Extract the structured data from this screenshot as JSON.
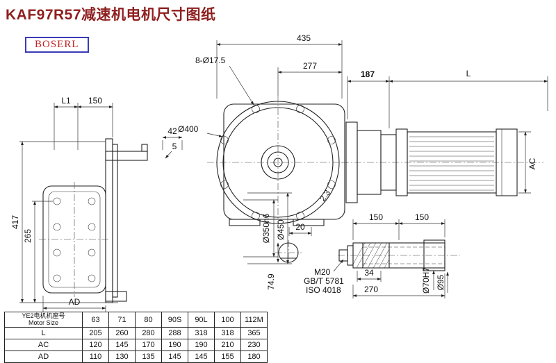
{
  "colors": {
    "title": "#8f1f1f",
    "logo_text": "#c42222",
    "logo_border": "#3a3ab8"
  },
  "header": {
    "title": "KAF97R57减速机电机尺寸图纸",
    "logo": "BOSERL"
  },
  "drawing": {
    "top_dims": {
      "overall": "435",
      "bolt_holes": "8-Ø17.5",
      "d277": "277",
      "d187": "187",
      "motor_length": "L"
    },
    "front_view": {
      "flange": "Ø400",
      "chamfer": "2.3",
      "d20": "20",
      "shaft_flat": "74.9"
    },
    "left_view": {
      "l1": "L1",
      "d150": "150",
      "d42": "42",
      "d5": "5",
      "height": "417",
      "d265": "265",
      "ad": "AD",
      "flange_spigot": "Ø350h6",
      "flange_od": "Ø450"
    },
    "motor_view": {
      "ac": "AC"
    },
    "shaft_detail": {
      "d150a": "150",
      "d150b": "150",
      "thread": "M20",
      "std1": "GB/T 5781",
      "std2": "ISO 4018",
      "d34": "34",
      "length": "270",
      "bore": "Ø70H7",
      "od": "Ø95"
    }
  },
  "table": {
    "header_cn": "YE2电机机座号",
    "header_en": "Motor Size",
    "columns": [
      "63",
      "71",
      "80",
      "90S",
      "90L",
      "100",
      "112M"
    ],
    "rows": [
      {
        "label": "L",
        "values": [
          "205",
          "260",
          "280",
          "288",
          "318",
          "318",
          "365"
        ]
      },
      {
        "label": "AC",
        "values": [
          "120",
          "145",
          "170",
          "190",
          "190",
          "210",
          "230"
        ]
      },
      {
        "label": "AD",
        "values": [
          "110",
          "130",
          "135",
          "145",
          "145",
          "155",
          "180"
        ]
      }
    ]
  }
}
